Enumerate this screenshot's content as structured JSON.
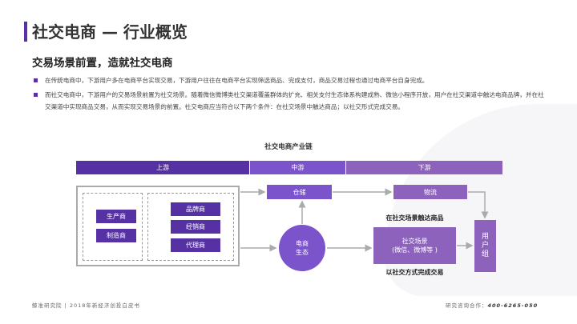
{
  "header": {
    "title": "社交电商 — 行业概览",
    "subtitle": "交易场景前置，造就社交电商"
  },
  "bullets": [
    "在传统电商中，下游用户多在电商平台实现交易，下游用户往往在电商平台实现筛选商品、完成支付，商品交易过程也通过电商平台自身完成。",
    "而社交电商中，下游用户的交易场景前置为社交场景。随着微信微博类社交渠道覆盖群体的扩充、相关支付生态体系构建成熟、微信小程序开放，用户在社交渠道中触达电商品牌，并在社交渠道中实现商品交易，从而实现交易场景的前置。社交电商应当符合以下两个条件：在社交场景中触达商品；以社交形式完成交易。"
  ],
  "diagram": {
    "title": "社交电商产业链",
    "stages": {
      "upstream": "上游",
      "midstream": "中游",
      "downstream": "下游"
    },
    "producers": [
      "生产商",
      "制造商"
    ],
    "brands": [
      "品牌商",
      "经销商",
      "代理商"
    ],
    "warehouse": "仓储",
    "logistics": "物流",
    "ecosystem_line1": "电商",
    "ecosystem_line2": "生态",
    "social_line1": "社交场景",
    "social_line2": "(微信、微博等 )",
    "user_group": [
      "用",
      "户",
      "组"
    ],
    "label_reach": "在社交场景触达商品",
    "label_trade": "以社交方式完成交易"
  },
  "footer": {
    "left": "鲸准研究院 | 2018年新经济创投白皮书",
    "right_label": "研究咨询合作：",
    "right_phone": "400-6265-050"
  },
  "colors": {
    "accent": "#5a2ea6",
    "upstream": "#5631a3",
    "midstream": "#7b54cc",
    "downstream": "#8d62bc"
  }
}
